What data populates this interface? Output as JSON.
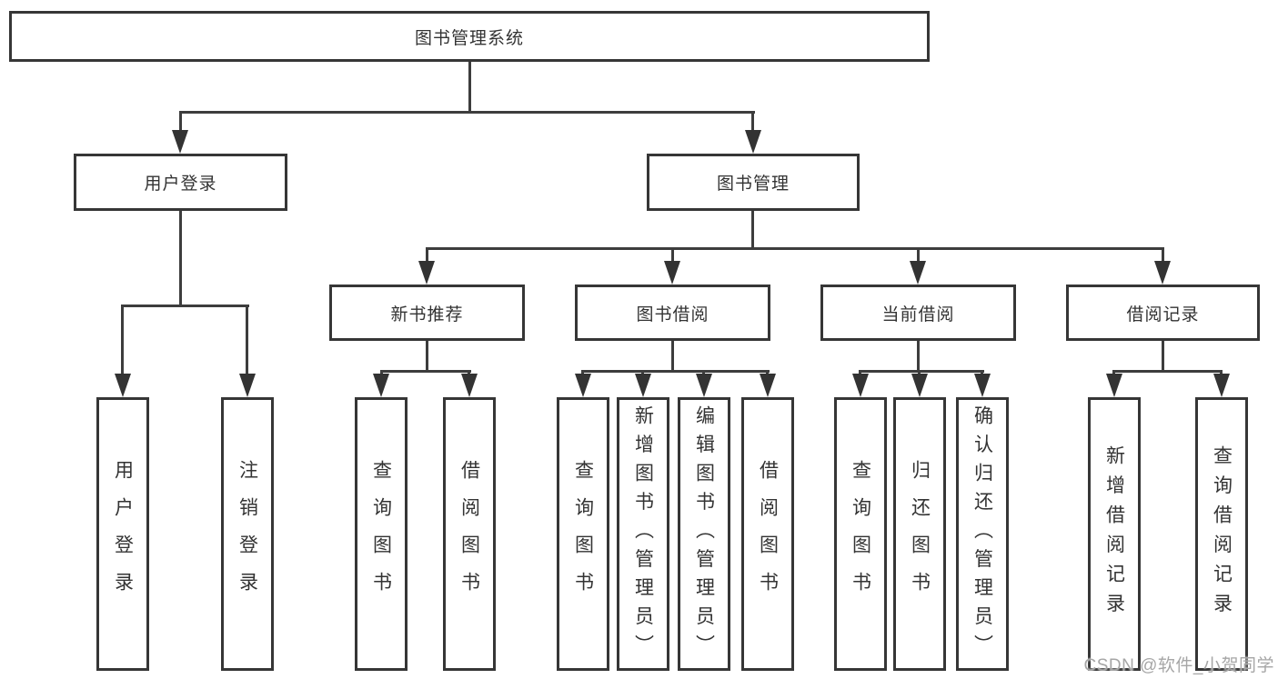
{
  "root": {
    "label": "图书管理系统"
  },
  "modules": {
    "user_login": {
      "label": "用户登录",
      "children": [
        {
          "label": "用户登录"
        },
        {
          "label": "注销登录"
        }
      ]
    },
    "book_management": {
      "label": "图书管理",
      "sections": {
        "new_book_recommendation": {
          "label": "新书推荐",
          "children": [
            {
              "label": "查询图书"
            },
            {
              "label": "借阅图书"
            }
          ]
        },
        "book_borrowing": {
          "label": "图书借阅",
          "children": [
            {
              "label": "查询图书"
            },
            {
              "label": "新增图书（管理员）"
            },
            {
              "label": "编辑图书（管理员）"
            },
            {
              "label": "借阅图书"
            }
          ]
        },
        "current_borrowing": {
          "label": "当前借阅",
          "children": [
            {
              "label": "查询图书"
            },
            {
              "label": "归还图书"
            },
            {
              "label": "确认归还（管理员）"
            }
          ]
        },
        "borrowing_records": {
          "label": "借阅记录",
          "children": [
            {
              "label": "新增借阅记录"
            },
            {
              "label": "查询借阅记录"
            }
          ]
        }
      }
    }
  },
  "colors": {
    "line": "#3d3d3d",
    "border": "#363636",
    "text": "#333333",
    "watermark": "#a6a6a6"
  },
  "watermark": "CSDN @软件_小贺同学"
}
